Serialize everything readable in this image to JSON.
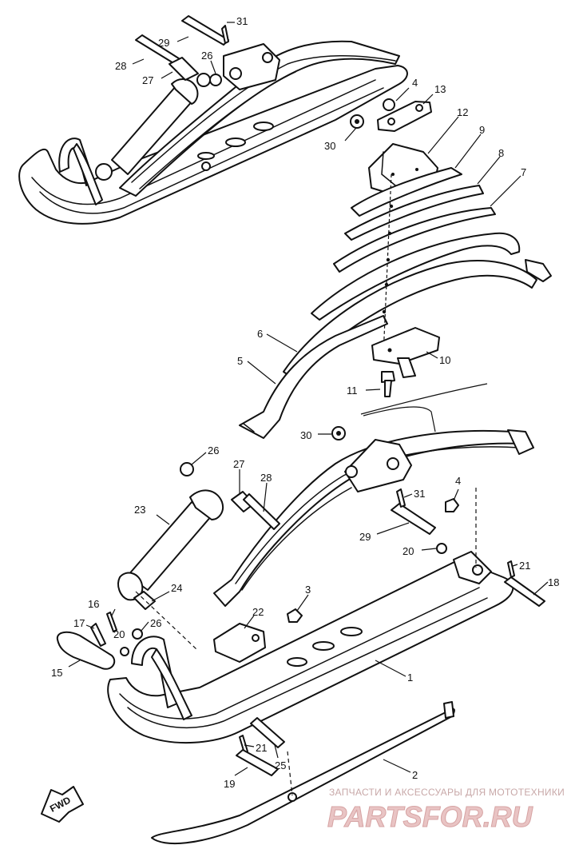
{
  "callouts": {
    "c1": "1",
    "c2": "2",
    "c3": "3",
    "c4a": "4",
    "c4b": "4",
    "c5": "5",
    "c6": "6",
    "c7": "7",
    "c8": "8",
    "c9": "9",
    "c10": "10",
    "c11": "11",
    "c12": "12",
    "c13": "13",
    "c15": "15",
    "c16": "16",
    "c17": "17",
    "c18": "18",
    "c19": "19",
    "c20a": "20",
    "c20b": "20",
    "c21a": "21",
    "c21b": "21",
    "c22": "22",
    "c23": "23",
    "c24": "24",
    "c25": "25",
    "c26a": "26",
    "c26b": "26",
    "c26c": "26",
    "c27a": "27",
    "c27b": "27",
    "c28a": "28",
    "c28b": "28",
    "c29a": "29",
    "c29b": "29",
    "c30a": "30",
    "c30b": "30",
    "c31a": "31",
    "c31b": "31"
  },
  "fwd_label": "FWD",
  "watermark": {
    "line1": "ЗАПЧАСТИ И АКСЕССУАРЫ ДЛЯ МОТОТЕХНИКИ",
    "line2": "PARTSFOR.RU"
  },
  "colors": {
    "line": "#111111",
    "watermark": "#e9c4c4"
  }
}
